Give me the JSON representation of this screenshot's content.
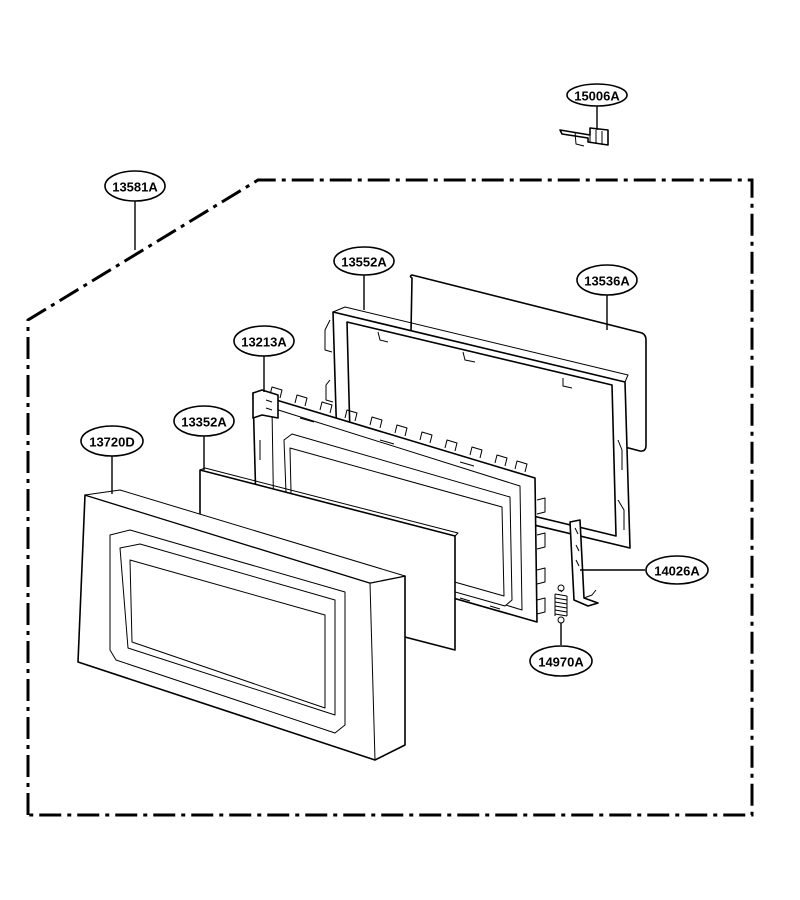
{
  "labels": {
    "p15006A": "15006A",
    "p13581A": "13581A",
    "p13552A": "13552A",
    "p13536A": "13536A",
    "p13213A": "13213A",
    "p13352A": "13352A",
    "p13720D": "13720D",
    "p14026A": "14026A",
    "p14970A": "14970A"
  }
}
